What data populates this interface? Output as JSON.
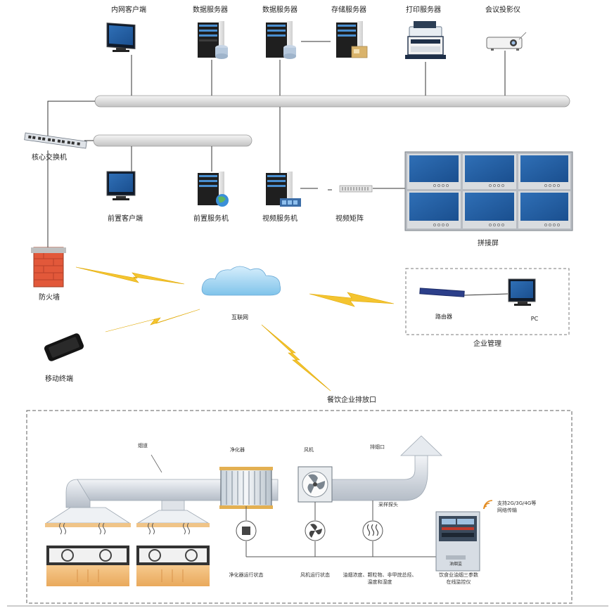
{
  "top_devices": {
    "intranet_client": "内网客户端",
    "data_server_1": "数据服务器",
    "data_server_2": "数据服务器",
    "storage_server": "存储服务器",
    "print_server": "打印服务器",
    "projector": "会议投影仪"
  },
  "core_switch": "核心交换机",
  "front_client": "前置客户端",
  "front_server": "前置服务机",
  "video_server": "视频服务机",
  "video_matrix": "视频矩阵",
  "splice_screen": "拼接屏",
  "firewall": "防火墙",
  "internet": "互联网",
  "mobile": "移动终端",
  "enterprise": {
    "router": "路由器",
    "pc": "PC",
    "title": "企业管理"
  },
  "outlet_title": "餐饮企业排放口",
  "bottom": {
    "flue": "烟道",
    "purifier": "净化器",
    "fan": "风机",
    "exhaust": "排烟口",
    "probe": "采样探头",
    "network": [
      "支持2G/3G/4G等",
      "网络传输"
    ],
    "purifier_status": "净化器运行状态",
    "fan_status": "风机运行状态",
    "pollutants": [
      "油烟浓度、颗粒物、非甲烷总烃、",
      "温度和湿度"
    ],
    "monitor": [
      "饮食业油烟三参数",
      "在线监控仪"
    ],
    "monitor_brand": "油烟监"
  }
}
